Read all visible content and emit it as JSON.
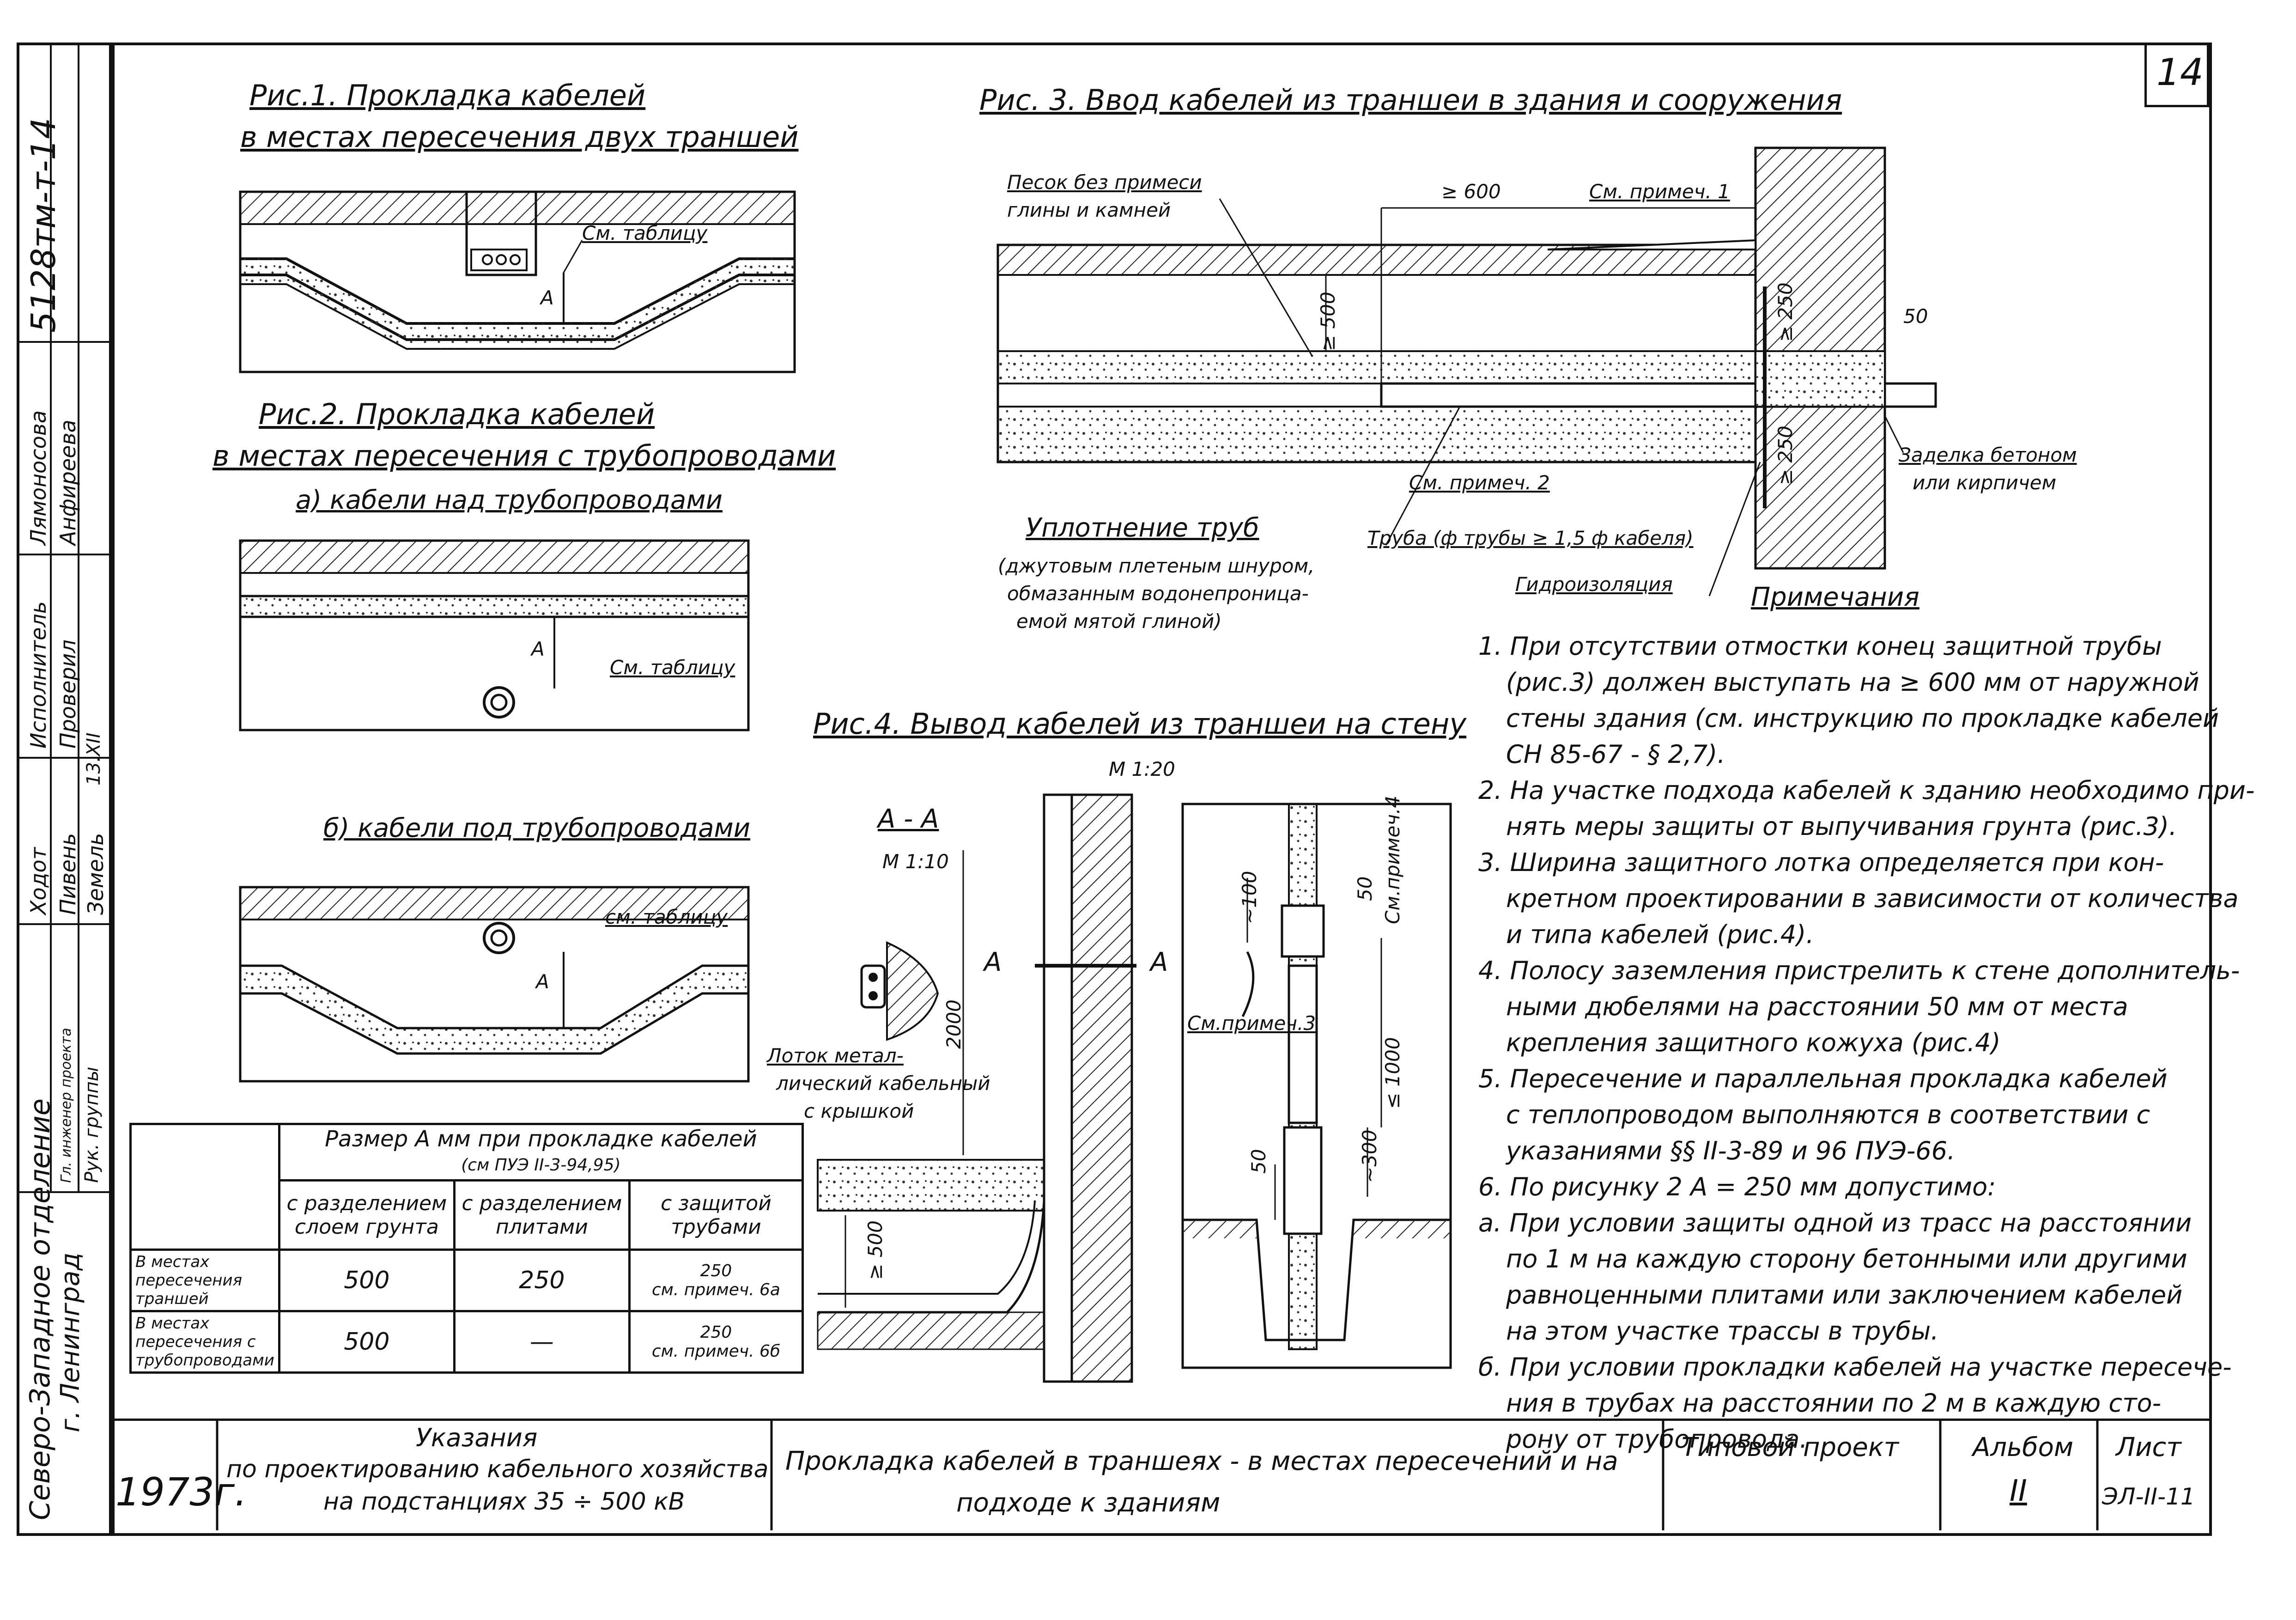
{
  "sheet_number": "14",
  "fig1": {
    "title_line1": "Рис.1. Прокладка кабелей",
    "title_line2": "в местах пересечения двух траншей",
    "ref": "См. таблицу",
    "dim_a": "А"
  },
  "fig2": {
    "title_line1": "Рис.2. Прокладка кабелей",
    "title_line2": "в местах пересечения с трубопроводами",
    "sub_a": "а) кабели над трубопроводами",
    "sub_b": "б) кабели под трубопроводами",
    "ref_a": "См. таблицу",
    "ref_b": "см. таблицу",
    "dim_a": "А"
  },
  "fig3": {
    "title": "Рис. 3. Ввод кабелей из траншеи в здания и сооружения",
    "sand_line1": "Песок без примеси",
    "sand_line2": "глины и камней",
    "dim_600": "≥ 600",
    "note1": "См. примеч. 1",
    "dim_500": "≥ 500",
    "dim_250a": "≥ 250",
    "dim_50": "50",
    "dim_250b": "≥ 250",
    "note2": "См. примеч. 2",
    "seal_title": "Уплотнение труб",
    "seal_line1": "(джутовым плетеным шнуром,",
    "seal_line2": "обмазанным водонепроница-",
    "seal_line3": "емой мятой глиной)",
    "pipe": "Труба (ф трубы ≥ 1,5 ф кабеля)",
    "waterproof": "Гидроизоляция",
    "concrete_line1": "Заделка бетоном",
    "concrete_line2": "или кирпичем"
  },
  "fig4": {
    "title": "Рис.4. Вывод кабелей из траншеи на стену",
    "scale": "М 1:20",
    "section": "А - А",
    "section_scale": "М 1:10",
    "mark_a": "А",
    "tray_line1": "Лоток метал-",
    "tray_line2": "лический кабельный",
    "tray_line3": "с крышкой",
    "dim_2000": "2000",
    "dim_500": "≥ 500",
    "dim_100": "~100",
    "dim_50a": "50",
    "ref4": "См.примеч.4",
    "ref3": "См.примеч.3",
    "dim_1000": "≤ 1000",
    "dim_300": "~300",
    "dim_50b": "50"
  },
  "notes": {
    "heading": "Примечания",
    "lines": [
      "1. При отсутствии отмостки конец защитной трубы",
      "(рис.3) должен выступать на ≥ 600 мм от наружной",
      "стены здания (см. инструкцию по прокладке кабелей",
      "СН 85-67 - § 2,7).",
      "2. На участке подхода кабелей к зданию необходимо при-",
      "нять меры защиты от выпучивания грунта (рис.3).",
      "3. Ширина защитного лотка определяется при кон-",
      "кретном проектировании в зависимости от количества",
      "и типа кабелей (рис.4).",
      "4. Полосу заземления пристрелить к стене дополнитель-",
      "ными дюбелями на расстоянии 50 мм от места",
      "крепления защитного кожуха (рис.4)",
      "5. Пересечение и параллельная прокладка кабелей",
      "с теплопроводом выполняются в соответствии с",
      "указаниями §§ II-3-89 и 96 ПУЭ-66.",
      "6. По рисунку 2 А = 250 мм допустимо:",
      "а. При условии защиты одной из трасс на расстоянии",
      "по 1 м на каждую сторону бетонными или другими",
      "равноценными плитами или заключением кабелей",
      "на этом участке трассы в трубы.",
      "б. При условии прокладки кабелей на участке пересече-",
      "ния в трубах на расстоянии по 2 м в каждую сто-",
      "рону от трубопровода."
    ]
  },
  "table": {
    "header": "Размер А мм при прокладке кабелей",
    "header_ref": "(см ПУЭ II-3-94,95)",
    "columns": [
      "с разделением слоем грунта",
      "с разделением плитами",
      "с защитой трубами"
    ],
    "rows": [
      {
        "label": "В местах пересечения траншей",
        "v1": "500",
        "v2": "250",
        "v3": "250",
        "v3_note": "см. примеч. 6а"
      },
      {
        "label": "В местах пересечения с трубопроводами",
        "v1": "500",
        "v2": "—",
        "v3": "250",
        "v3_note": "см. примеч. 6б"
      }
    ]
  },
  "stamp": {
    "year": "1973г.",
    "title_line1": "Указания",
    "title_line2": "по проектированию кабельного хозяйства",
    "title_line3": "на подстанциях 35 ÷ 500 кВ",
    "drawing_line1": "Прокладка кабелей в траншеях - в местах пересечений и на",
    "drawing_line2": "подходе к зданиям",
    "project_type": "Типовой проект",
    "album_label": "Альбом",
    "album_value": "II",
    "sheet_label": "Лист",
    "sheet_value": "ЭЛ-II-11"
  },
  "side": {
    "code": "5128тм-т-14",
    "org_line1": "Северо-Западное отделение",
    "org_line2": "г. Ленинград",
    "roles": [
      "Рук. группы",
      "Гл. инженер проекта",
      "Исполнитель",
      "Проверил"
    ],
    "names": [
      "Ходот",
      "Пивень",
      "Земель",
      "Лямоносова",
      "Анфиреева"
    ],
    "date": "13.XII"
  }
}
